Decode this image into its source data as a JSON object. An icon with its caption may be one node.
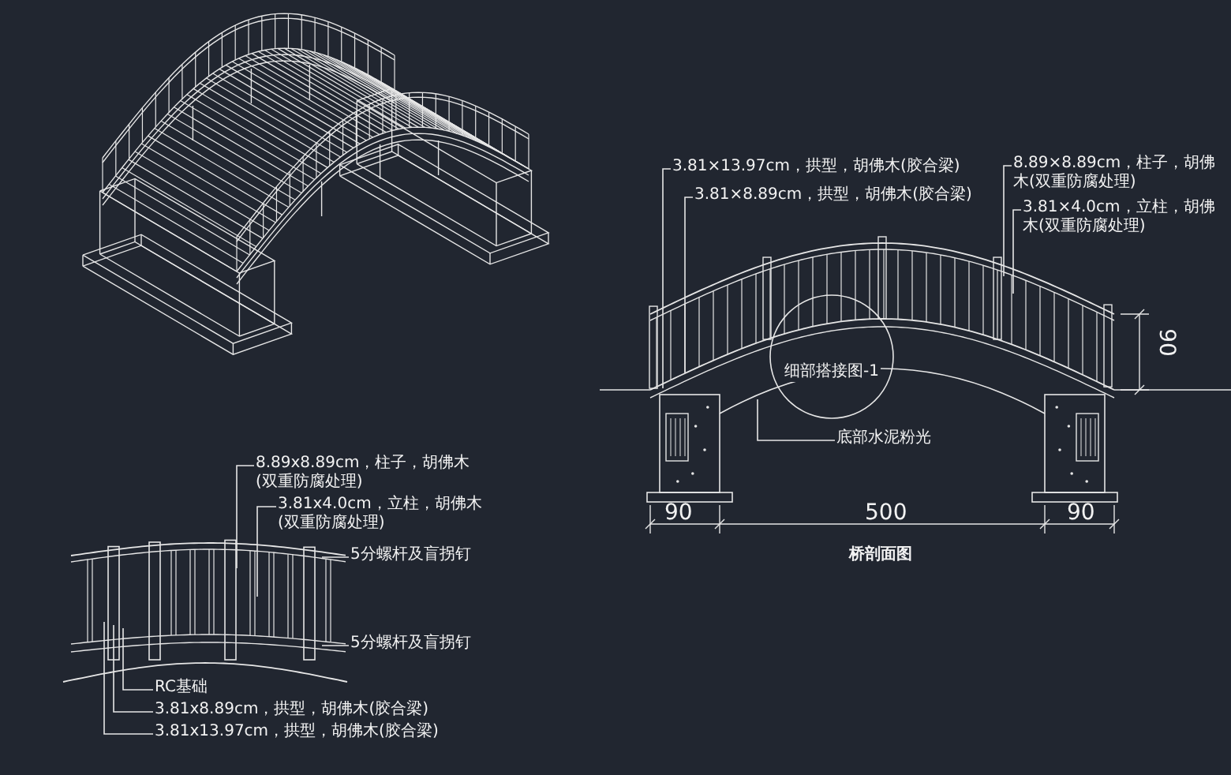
{
  "diagram": {
    "nodes": [
      {
        "text": [
          "3.81×13.97cm，拱型，胡佛木(胶合梁)"
        ]
      },
      {
        "text": [
          "3.81×8.89cm，拱型，胡佛木(胶合梁)"
        ]
      },
      {
        "text": [
          "8.89×8.89cm，柱子，胡佛木(双重防腐处理)"
        ]
      },
      {
        "text": [
          "3.81×4.0cm，立柱，胡佛木(双重防腐处理)"
        ]
      },
      {
        "text": [
          "细部搭接图-1"
        ]
      },
      {
        "text": [
          "底部水泥粉光"
        ]
      },
      {
        "text": [
          "8.89x8.89cm，柱子，胡佛木(双重防腐处理)"
        ]
      },
      {
        "text": [
          "3.81x4.0cm，立柱，胡佛木(双重防腐处理)"
        ]
      },
      {
        "text": [
          "5分螺杆及盲拐钉"
        ]
      },
      {
        "text": [
          "5分螺杆及盲拐钉"
        ]
      },
      {
        "text": [
          "RC基础"
        ]
      },
      {
        "text": [
          "3.81x8.89cm，拱型，胡佛木(胶合梁)"
        ]
      },
      {
        "text": [
          "3.81x13.97cm，拱型，胡佛木(胶合梁)"
        ]
      }
    ],
    "edges": [
      {
        "from": 0,
        "to": null,
        "arrow": "none"
      },
      {
        "from": 1,
        "to": null,
        "arrow": "none"
      },
      {
        "from": 2,
        "to": null,
        "arrow": "none"
      },
      {
        "from": 3,
        "to": null,
        "arrow": "none"
      },
      {
        "from": 5,
        "to": null,
        "arrow": "none"
      },
      {
        "from": 6,
        "to": null,
        "arrow": "none"
      },
      {
        "from": 7,
        "to": null,
        "arrow": "none"
      },
      {
        "from": 8,
        "to": null,
        "arrow": "none"
      },
      {
        "from": 9,
        "to": null,
        "arrow": "none"
      },
      {
        "from": 10,
        "to": null,
        "arrow": "none"
      },
      {
        "from": 11,
        "to": null,
        "arrow": "none"
      },
      {
        "from": 12,
        "to": null,
        "arrow": "none"
      }
    ],
    "labels": [
      "90",
      "90",
      "500",
      "90",
      "桥剖面图"
    ]
  }
}
